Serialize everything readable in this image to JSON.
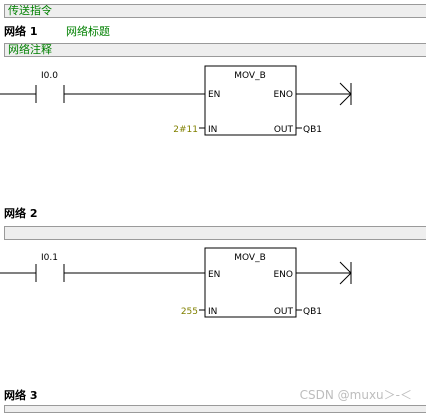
{
  "program": {
    "title": "传送指令"
  },
  "networks": [
    {
      "label": "网络 1",
      "title": "网络标题",
      "comment": "网络注释",
      "contact": "I0.0",
      "block": {
        "name": "MOV_B",
        "en": "EN",
        "eno": "ENO",
        "in_label": "IN",
        "out_label": "OUT",
        "in_value": "2#11",
        "out_value": "QB1"
      }
    },
    {
      "label": "网络 2",
      "title": "",
      "comment": "",
      "contact": "I0.1",
      "block": {
        "name": "MOV_B",
        "en": "EN",
        "eno": "ENO",
        "in_label": "IN",
        "out_label": "OUT",
        "in_value": "255",
        "out_value": "QB1"
      }
    },
    {
      "label": "网络 3",
      "title": "",
      "comment": ""
    }
  ],
  "watermark": "CSDN @muxu＞-＜",
  "colors": {
    "comment_text": "#008000",
    "operand_text": "#808000",
    "bar_bg": "#eeeeee",
    "line": "#000000"
  }
}
